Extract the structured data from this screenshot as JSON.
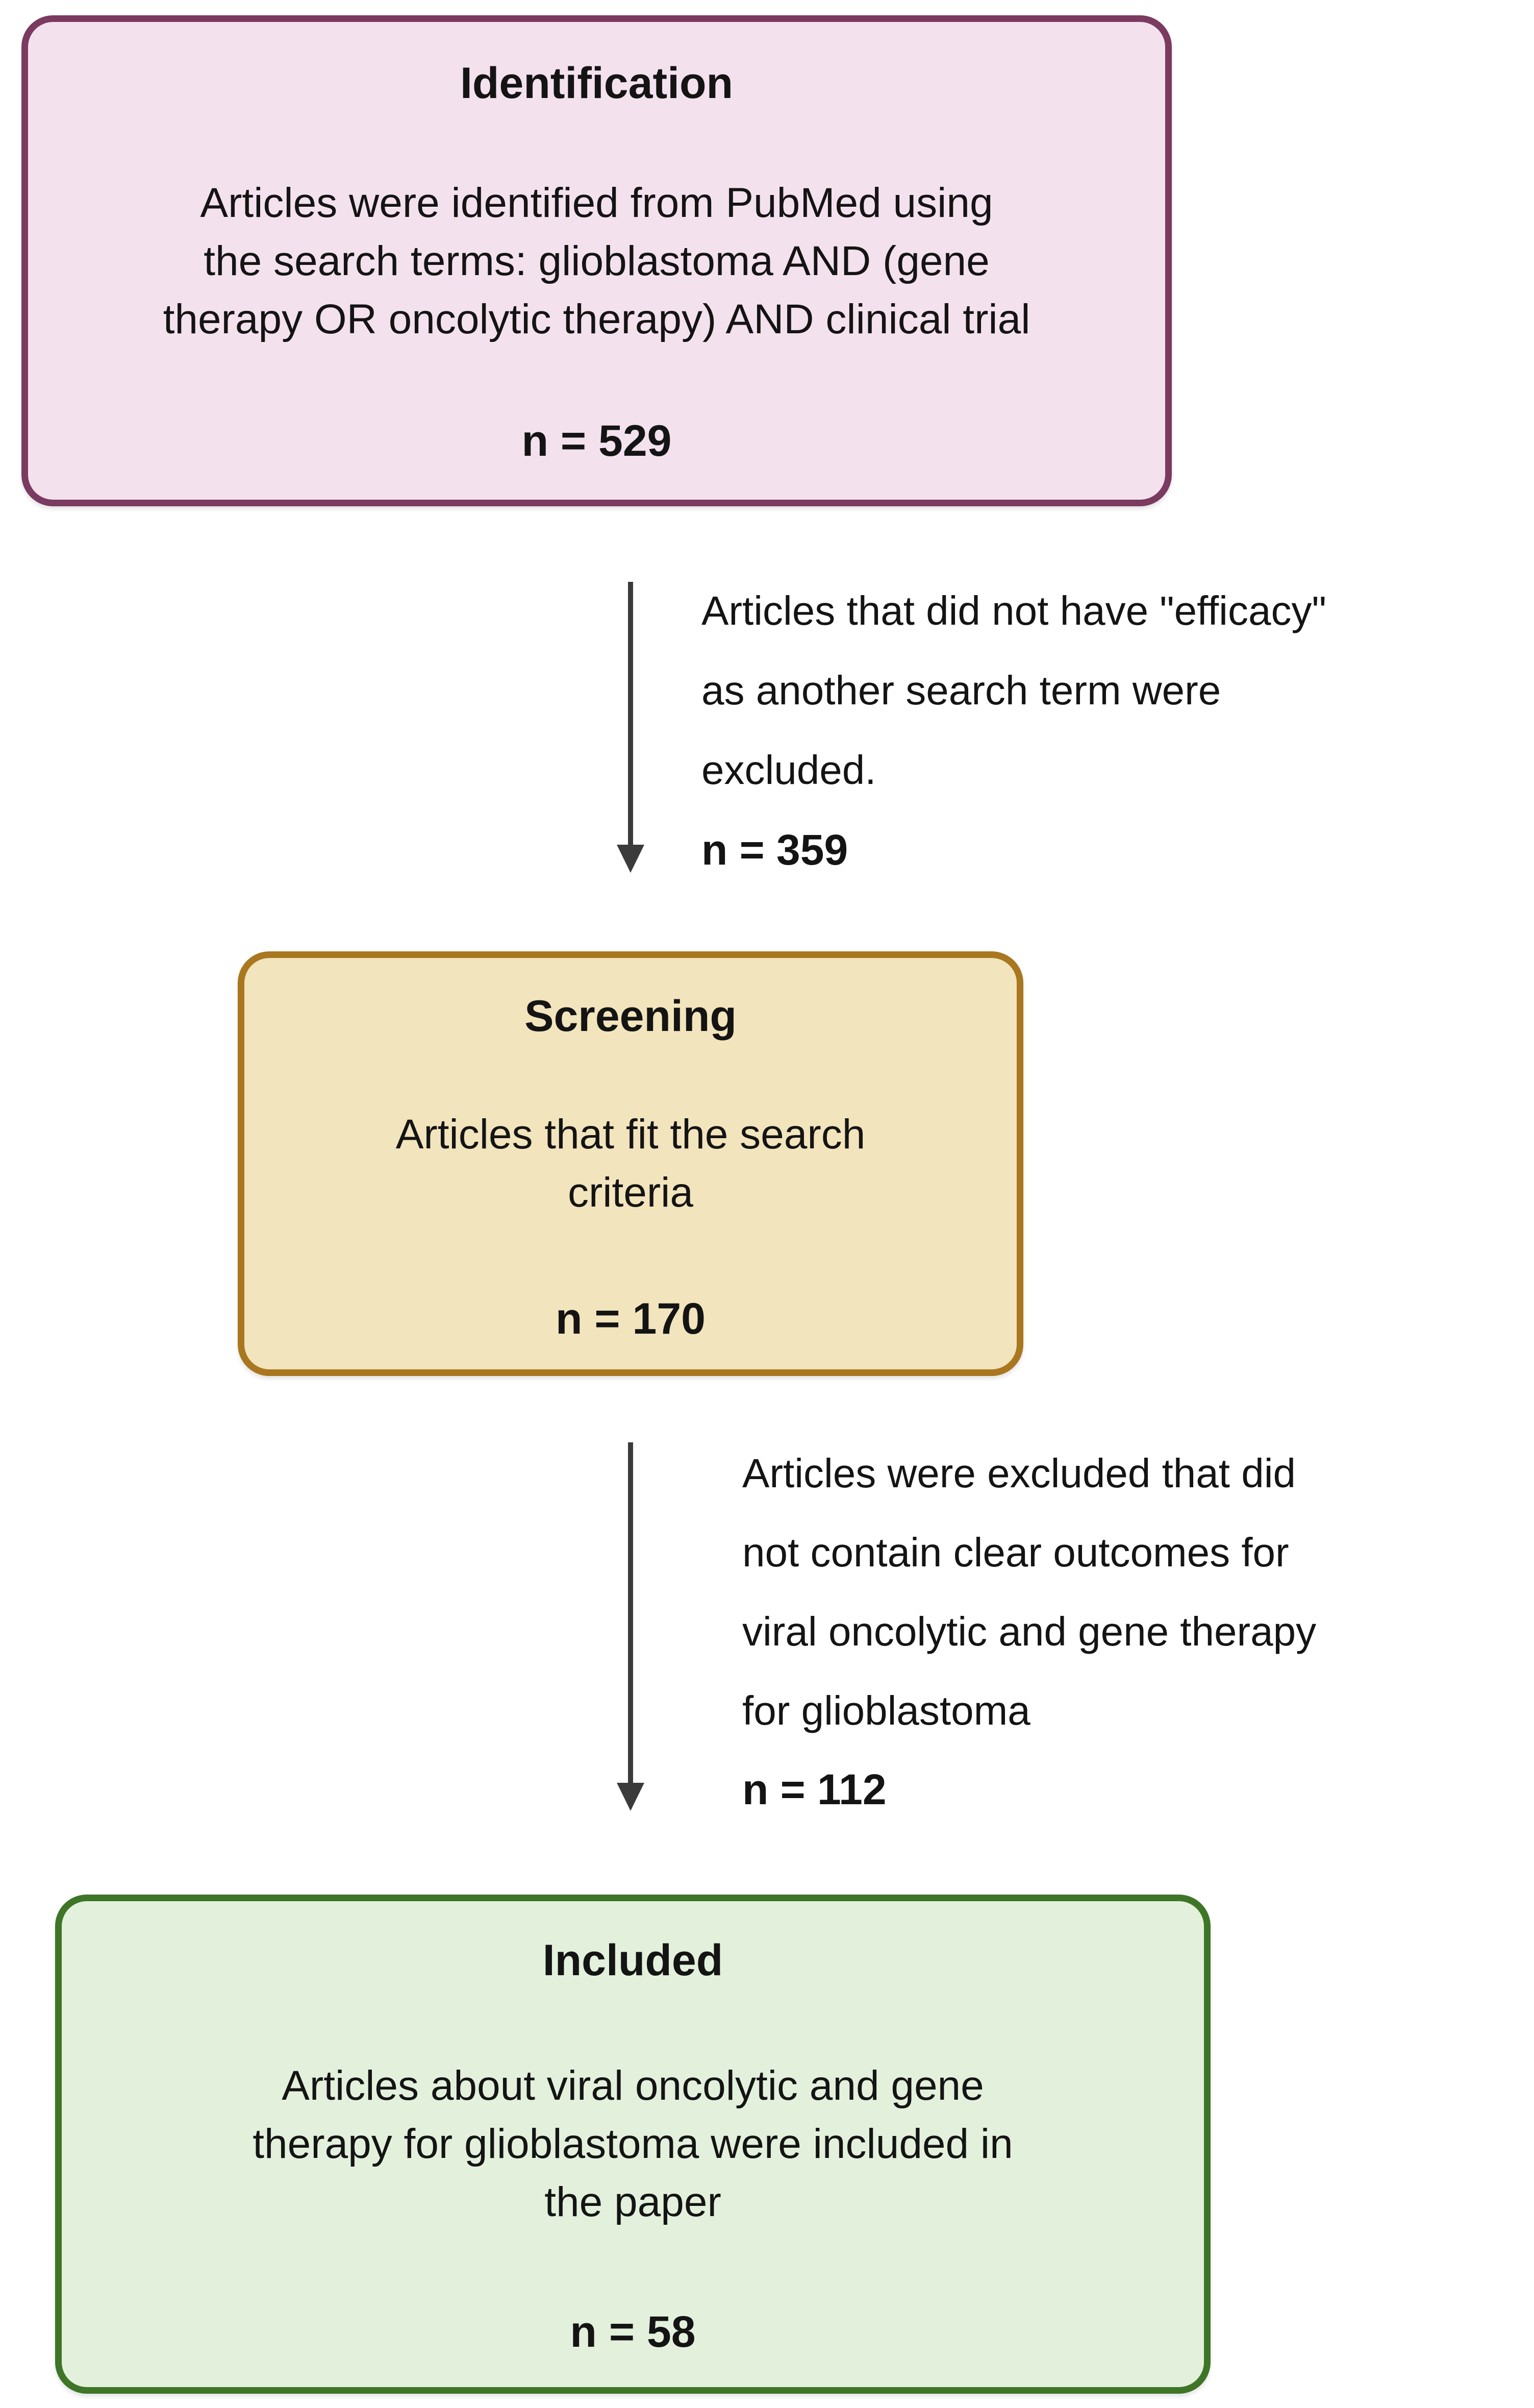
{
  "figure_type": "article-selection-flowchart",
  "boxes": {
    "identification": {
      "title": "Identification",
      "body_lines": [
        "Articles were identified from PubMed using",
        "the search terms: glioblastoma AND (gene",
        "therapy OR oncolytic therapy) AND clinical trial"
      ],
      "count": "n = 529",
      "fill": "#F4E1EE",
      "border": "#7B3A60"
    },
    "screening": {
      "title": "Screening",
      "body_lines": [
        "Articles that fit the search",
        "criteria"
      ],
      "count": "n = 170",
      "fill": "#F2E4BC",
      "border": "#A9771F"
    },
    "included": {
      "title": "Included",
      "body_lines": [
        "Articles about viral oncolytic and gene",
        "therapy for glioblastoma were included in",
        "the paper"
      ],
      "count": "n = 58",
      "fill": "#E3F1DC",
      "border": "#3E7527"
    }
  },
  "arrows": [
    {
      "name": "identification-to-screening",
      "note_lines": [
        "Articles that did not have \"efficacy\"",
        "as another search term were",
        "excluded."
      ],
      "count": "n = 359"
    },
    {
      "name": "screening-to-included",
      "note_lines": [
        "Articles were excluded that did",
        "not contain clear outcomes for",
        "viral oncolytic and gene therapy",
        "for glioblastoma"
      ],
      "count": "n = 112"
    }
  ],
  "colors": {
    "arrow": "#3B3B3B",
    "text": "#141414",
    "background": "#FFFFFF"
  }
}
